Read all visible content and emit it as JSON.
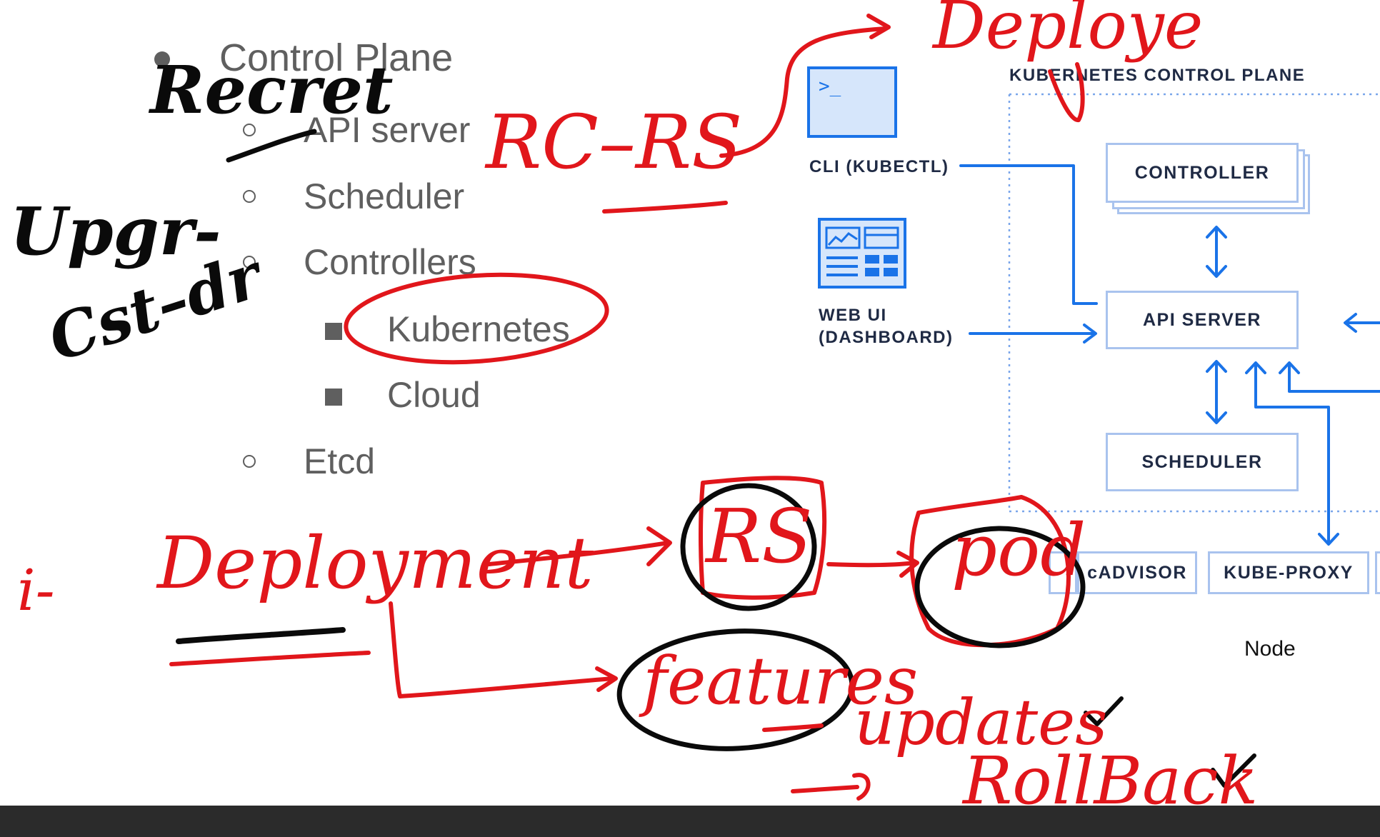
{
  "outline": {
    "control_plane": "Control Plane",
    "api_server": "API server",
    "scheduler": "Scheduler",
    "controllers": "Controllers",
    "kubernetes": "Kubernetes",
    "cloud": "Cloud",
    "etcd": "Etcd"
  },
  "diagram": {
    "title": "KUBERNETES CONTROL PLANE",
    "cli_label": "CLI (KUBECTL)",
    "cli_prompt": ">_",
    "webui_label_line1": "WEB UI",
    "webui_label_line2": "(DASHBOARD)",
    "controller": "CONTROLLER",
    "api_server": "API SERVER",
    "scheduler": "SCHEDULER",
    "cadvisor": "cADVISOR",
    "kube_proxy": "KUBE-PROXY",
    "node": "Node"
  },
  "annotations": {
    "deploy_top": "Deploye",
    "rc_rs": "RC–RS",
    "recreate": "Recret",
    "upgrade": "Upgr-",
    "cst_dr": "Cst–dr",
    "deployment": "Deployment",
    "rs": "RS",
    "pod": "pod",
    "features": "features",
    "updates": "updates",
    "rollback": "RollBack",
    "index_mark": "i-"
  },
  "colors": {
    "ink_red": "#e1161b",
    "ink_black": "#0a0a0a",
    "diagram_blue": "#1a73e8",
    "box_border": "#a9c3ee",
    "text_gray": "#5f5f5f"
  }
}
